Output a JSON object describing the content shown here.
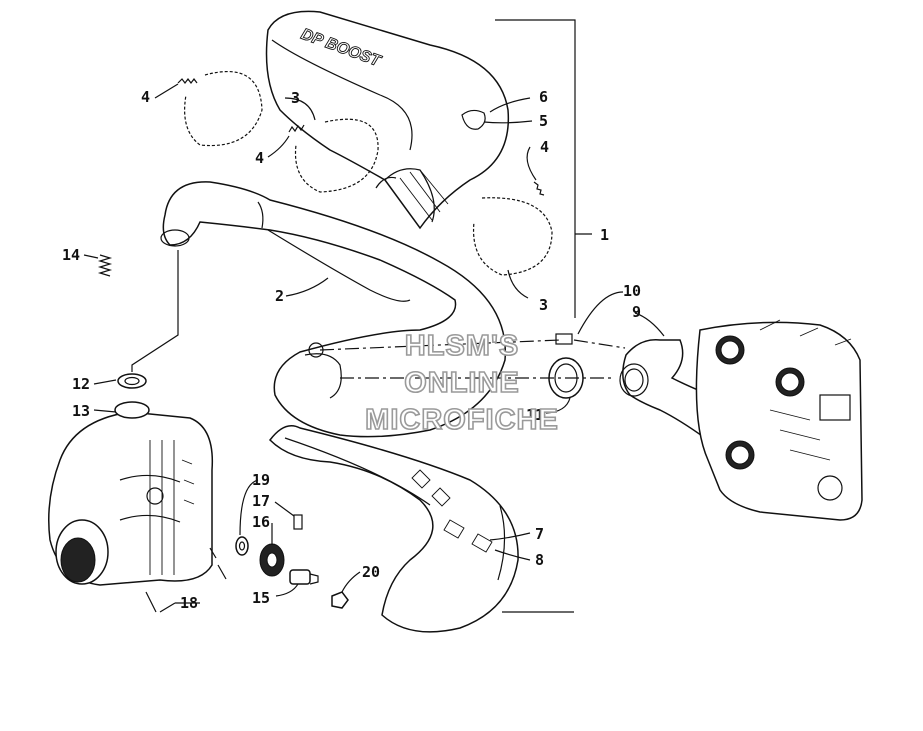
{
  "watermark": {
    "line1": "HLSM'S",
    "line2": "ONLINE",
    "line3": "MICROFICHE"
  },
  "logo_text": "DP BOOST",
  "callouts": [
    {
      "id": "1",
      "label": "1",
      "part": "exhaust-assembly"
    },
    {
      "id": "2",
      "label": "2",
      "part": "expansion-chamber"
    },
    {
      "id": "3a",
      "label": "3",
      "part": "heat-shield-clamp"
    },
    {
      "id": "3b",
      "label": "3",
      "part": "heat-shield-clamp"
    },
    {
      "id": "4a",
      "label": "4",
      "part": "spring"
    },
    {
      "id": "4b",
      "label": "4",
      "part": "spring"
    },
    {
      "id": "4c",
      "label": "4",
      "part": "spring"
    },
    {
      "id": "5",
      "label": "5",
      "part": "decal"
    },
    {
      "id": "6",
      "label": "6",
      "part": "decal"
    },
    {
      "id": "7",
      "label": "7",
      "part": "lower-heat-shield"
    },
    {
      "id": "8",
      "label": "8",
      "part": "decal"
    },
    {
      "id": "9",
      "label": "9",
      "part": "exhaust-manifold"
    },
    {
      "id": "10",
      "label": "10",
      "part": "fitting"
    },
    {
      "id": "11",
      "label": "11",
      "part": "seal-ring"
    },
    {
      "id": "12",
      "label": "12",
      "part": "grommet"
    },
    {
      "id": "13",
      "label": "13",
      "part": "muffler"
    },
    {
      "id": "14",
      "label": "14",
      "part": "spring"
    },
    {
      "id": "15",
      "label": "15",
      "part": "screw"
    },
    {
      "id": "16",
      "label": "16",
      "part": "grommet"
    },
    {
      "id": "17",
      "label": "17",
      "part": "bushing"
    },
    {
      "id": "18",
      "label": "18",
      "part": "stud"
    },
    {
      "id": "19",
      "label": "19",
      "part": "washer"
    },
    {
      "id": "20",
      "label": "20",
      "part": "nut"
    }
  ]
}
